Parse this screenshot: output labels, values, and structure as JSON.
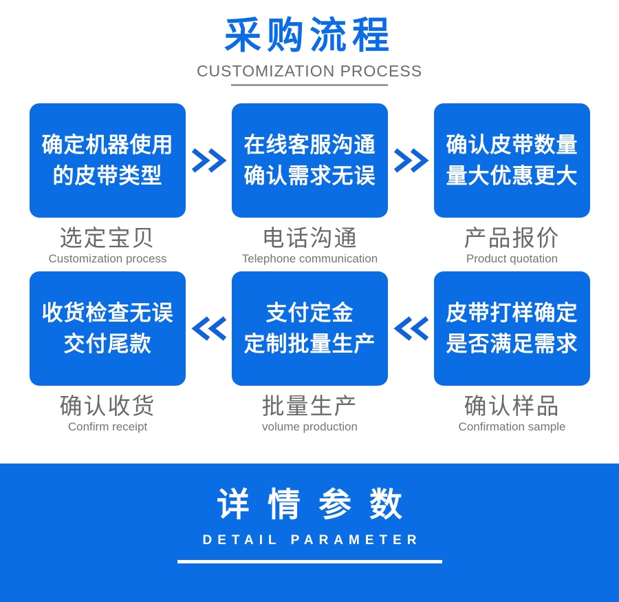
{
  "colors": {
    "accent_blue": "#0b6de4",
    "title_blue": "#0b6ce8",
    "arrow_blue": "#1163d9",
    "label_gray": "#696969",
    "subtitle_gray": "#6b6b6b"
  },
  "header": {
    "title": "采购流程",
    "subtitle": "CUSTOMIZATION PROCESS"
  },
  "flow": {
    "rows": [
      {
        "direction": "right",
        "steps": [
          {
            "box_line1": "确定机器使用",
            "box_line2": "的皮带类型",
            "label": "选定宝贝",
            "sublabel": "Customization process"
          },
          {
            "box_line1": "在线客服沟通",
            "box_line2": "确认需求无误",
            "label": "电话沟通",
            "sublabel": "Telephone communication"
          },
          {
            "box_line1": "确认皮带数量",
            "box_line2": "量大优惠更大",
            "label": "产品报价",
            "sublabel": "Product quotation"
          }
        ]
      },
      {
        "direction": "left",
        "steps": [
          {
            "box_line1": "收货检查无误",
            "box_line2": "交付尾款",
            "label": "确认收货",
            "sublabel": "Confirm receipt"
          },
          {
            "box_line1": "支付定金",
            "box_line2": "定制批量生产",
            "label": "批量生产",
            "sublabel": "volume production"
          },
          {
            "box_line1": "皮带打样确定",
            "box_line2": "是否满足需求",
            "label": "确认样品",
            "sublabel": "Confirmation sample"
          }
        ]
      }
    ]
  },
  "banner": {
    "title": "详情参数",
    "subtitle": "DETAIL PARAMETER"
  }
}
